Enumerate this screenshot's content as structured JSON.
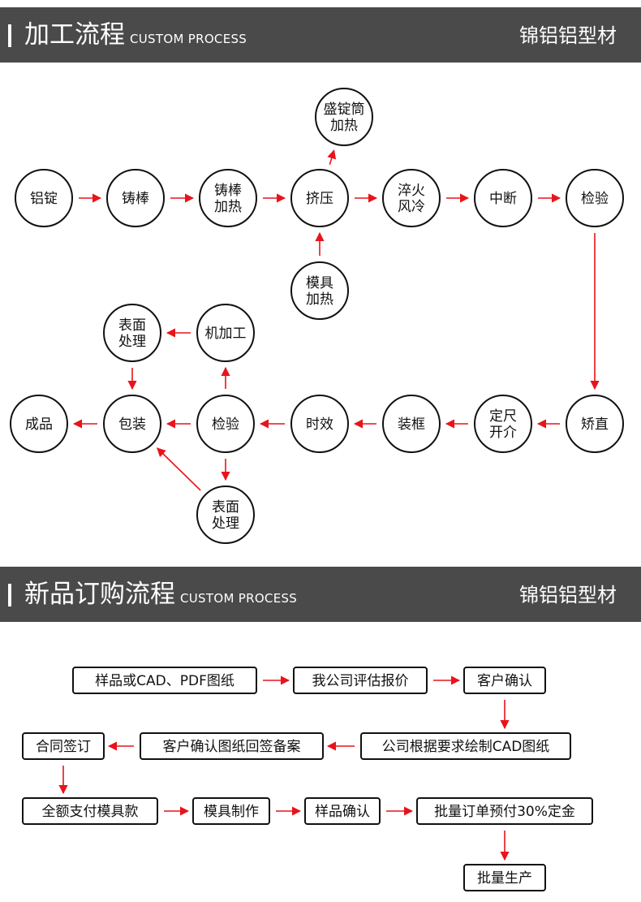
{
  "section1": {
    "title": "加工流程",
    "subtitle": "CUSTOM PROCESS",
    "brand": "锦铝铝型材"
  },
  "section2": {
    "title": "新品订购流程",
    "subtitle": "CUSTOM PROCESS",
    "brand": "锦铝铝型材"
  },
  "process_nodes": [
    {
      "id": "n-lvding",
      "lines": [
        "铝锭"
      ]
    },
    {
      "id": "n-zhubang",
      "lines": [
        "铸棒"
      ]
    },
    {
      "id": "n-zhubang-jiare",
      "lines": [
        "铸棒",
        "加热"
      ]
    },
    {
      "id": "n-jiya",
      "lines": [
        "挤压"
      ]
    },
    {
      "id": "n-cuihuo",
      "lines": [
        "淬火",
        "风冷"
      ]
    },
    {
      "id": "n-zhongduan",
      "lines": [
        "中断"
      ]
    },
    {
      "id": "n-jianyan-1",
      "lines": [
        "检验"
      ]
    },
    {
      "id": "n-shengding",
      "lines": [
        "盛锭筒",
        "加热"
      ]
    },
    {
      "id": "n-moju-jiare",
      "lines": [
        "模具",
        "加热"
      ]
    },
    {
      "id": "n-jiaozhi",
      "lines": [
        "矫直"
      ]
    },
    {
      "id": "n-dingchi",
      "lines": [
        "定尺",
        "开介"
      ]
    },
    {
      "id": "n-zhuangkuang",
      "lines": [
        "装框"
      ]
    },
    {
      "id": "n-shixiao",
      "lines": [
        "时效"
      ]
    },
    {
      "id": "n-jianyan-2",
      "lines": [
        "检验"
      ]
    },
    {
      "id": "n-baozhuang",
      "lines": [
        "包装"
      ]
    },
    {
      "id": "n-chengpin",
      "lines": [
        "成品"
      ]
    },
    {
      "id": "n-jijiagong",
      "lines": [
        "机加工"
      ]
    },
    {
      "id": "n-biaomian-1",
      "lines": [
        "表面",
        "处理"
      ]
    },
    {
      "id": "n-biaomian-2",
      "lines": [
        "表面",
        "处理"
      ]
    }
  ],
  "order_steps": [
    {
      "id": "s1",
      "label": "样品或CAD、PDF图纸"
    },
    {
      "id": "s2",
      "label": "我公司评估报价"
    },
    {
      "id": "s3",
      "label": "客户确认"
    },
    {
      "id": "s4",
      "label": "公司根据要求绘制CAD图纸"
    },
    {
      "id": "s5",
      "label": "客户确认图纸回签备案"
    },
    {
      "id": "s6",
      "label": "合同签订"
    },
    {
      "id": "s7",
      "label": "全额支付模具款"
    },
    {
      "id": "s8",
      "label": "模具制作"
    },
    {
      "id": "s9",
      "label": "样品确认"
    },
    {
      "id": "s10",
      "label": "批量订单预付30%定金"
    },
    {
      "id": "s11",
      "label": "批量生产"
    }
  ],
  "colors": {
    "banner": "#4a4a4a",
    "arrow": "#e8141b",
    "outline": "#111111"
  }
}
